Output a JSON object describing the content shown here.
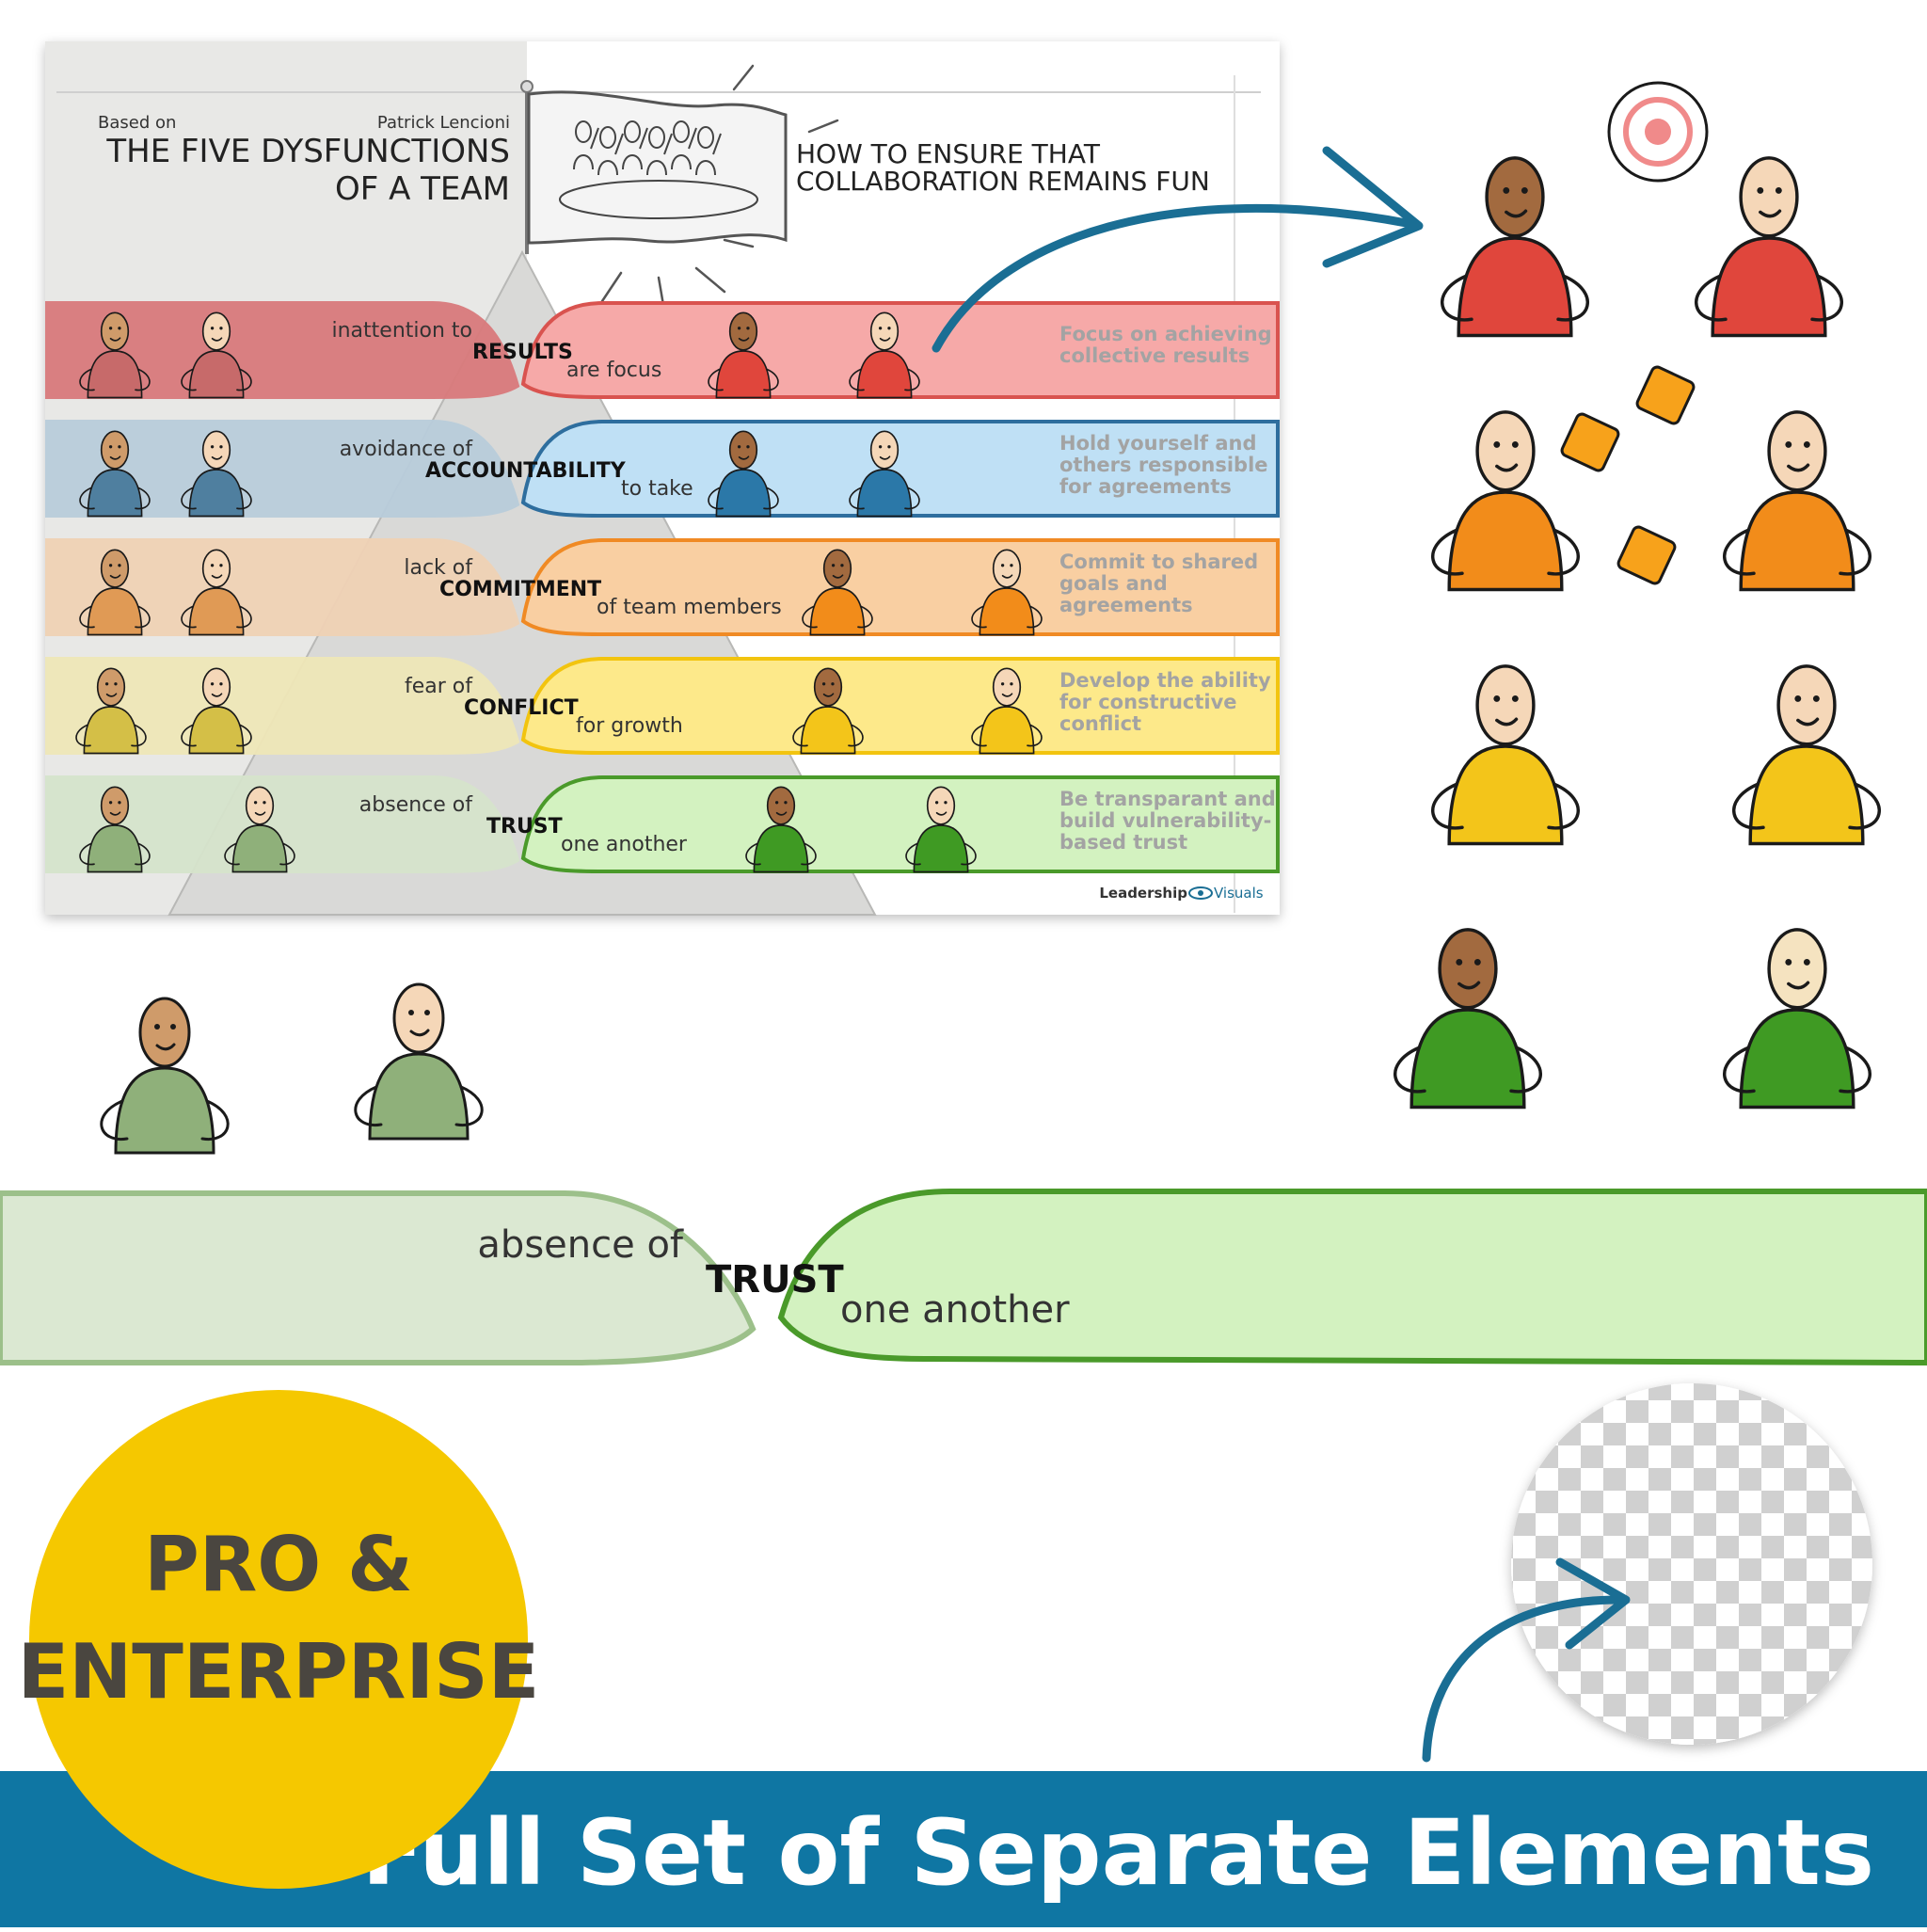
{
  "poster": {
    "based_on": "Based on",
    "author": "Patrick Lencioni",
    "title_line1": "THE FIVE DYSFUNCTIONS",
    "title_line2": "OF A TEAM",
    "subtitle_line1": "HOW TO ENSURE THAT",
    "subtitle_line2": "COLLABORATION REMAINS FUN",
    "brand_left": "Leadership",
    "brand_right": "Visuals",
    "rows": [
      {
        "left_text": "inattention to",
        "keyword": "RESULTS",
        "right_text": "are focus",
        "desc": [
          "Focus on achieving",
          "collective results"
        ],
        "left_color": "#d97a7c",
        "right_color": "#f6a9a8",
        "line_color": "#d9534f",
        "fig_color": "#c76a6a",
        "fig_color_right": "#e0463c"
      },
      {
        "left_text": "avoidance of",
        "keyword": "ACCOUNTABILITY",
        "right_text": "to take",
        "desc": [
          "Hold yourself and",
          "others responsible",
          "for agreements"
        ],
        "left_color": "#b9cddb",
        "right_color": "#bfe0f5",
        "line_color": "#2e6e9e",
        "fig_color": "#4f7f9f",
        "fig_color_right": "#2b78a8"
      },
      {
        "left_text": "lack of",
        "keyword": "COMMITMENT",
        "right_text": "of team members",
        "desc": [
          "Commit to shared",
          "goals and",
          "agreements"
        ],
        "left_color": "#f0d2b5",
        "right_color": "#f9cfa2",
        "line_color": "#f08a24",
        "fig_color": "#e09a55",
        "fig_color_right": "#f28c1a"
      },
      {
        "left_text": "fear of",
        "keyword": "CONFLICT",
        "right_text": "for growth",
        "desc": [
          "Develop the ability",
          "for constructive",
          "conflict"
        ],
        "left_color": "#efe7b8",
        "right_color": "#fde98a",
        "line_color": "#f2c40f",
        "fig_color": "#d4bf47",
        "fig_color_right": "#f3c51a"
      },
      {
        "left_text": "absence of",
        "keyword": "TRUST",
        "right_text": "one another",
        "desc": [
          "Be transparant and",
          "build vulnerability-",
          "based trust"
        ],
        "left_color": "#d6e4cc",
        "right_color": "#d3f2c0",
        "line_color": "#4a9a2a",
        "fig_color": "#8fb07a",
        "fig_color_right": "#3f9a23"
      }
    ]
  },
  "detail": {
    "left_text": "absence of",
    "keyword": "TRUST",
    "right_text": "one another"
  },
  "badge": {
    "line1": "PRO &",
    "line2": "ENTERPRISE",
    "color": "#f5c800"
  },
  "banner": {
    "text": "Full Set of Separate Elements",
    "color": "#0f76a3"
  },
  "accent_color": "#1a6e94"
}
